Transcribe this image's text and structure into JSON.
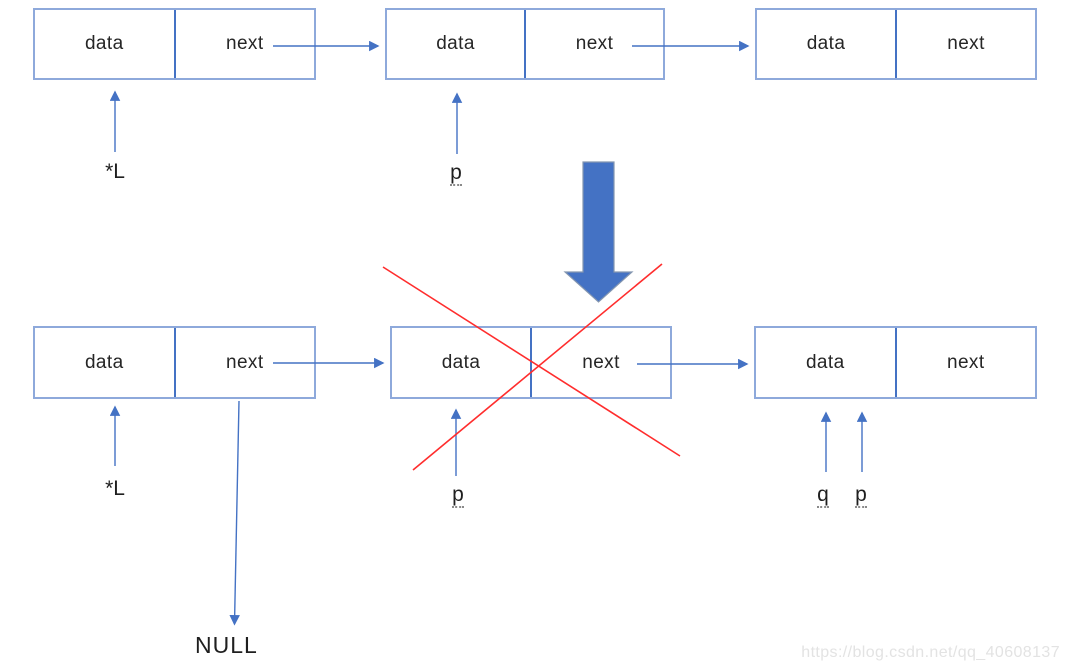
{
  "diagram_title": "singly-linked-list-node-deletion",
  "colors": {
    "box_border": "#8EA9DB",
    "cell_divider": "#4472C4",
    "connector_blue": "#4472C4",
    "big_arrow_fill": "#4472C4",
    "big_arrow_outline": "#8496B0",
    "delete_cross_red": "#FF2D2D",
    "text": "#262626",
    "watermark_gray": "#E3E3E3"
  },
  "top_row": {
    "nodes": [
      {
        "cells": [
          "data",
          "next"
        ]
      },
      {
        "cells": [
          "data",
          "next"
        ]
      },
      {
        "cells": [
          "data",
          "next"
        ]
      }
    ],
    "pointer_labels": [
      {
        "text": "*L"
      },
      {
        "text": "p"
      }
    ]
  },
  "bottom_row": {
    "nodes": [
      {
        "cells": [
          "data",
          "next"
        ]
      },
      {
        "cells": [
          "data",
          "next"
        ]
      },
      {
        "cells": [
          "data",
          "next"
        ]
      }
    ],
    "pointer_labels": [
      {
        "text": "*L"
      },
      {
        "text": "p"
      },
      {
        "text": "q"
      },
      {
        "text": "p"
      }
    ],
    "null_label": "NULL"
  },
  "watermark": "https://blog.csdn.net/qq_40608137"
}
